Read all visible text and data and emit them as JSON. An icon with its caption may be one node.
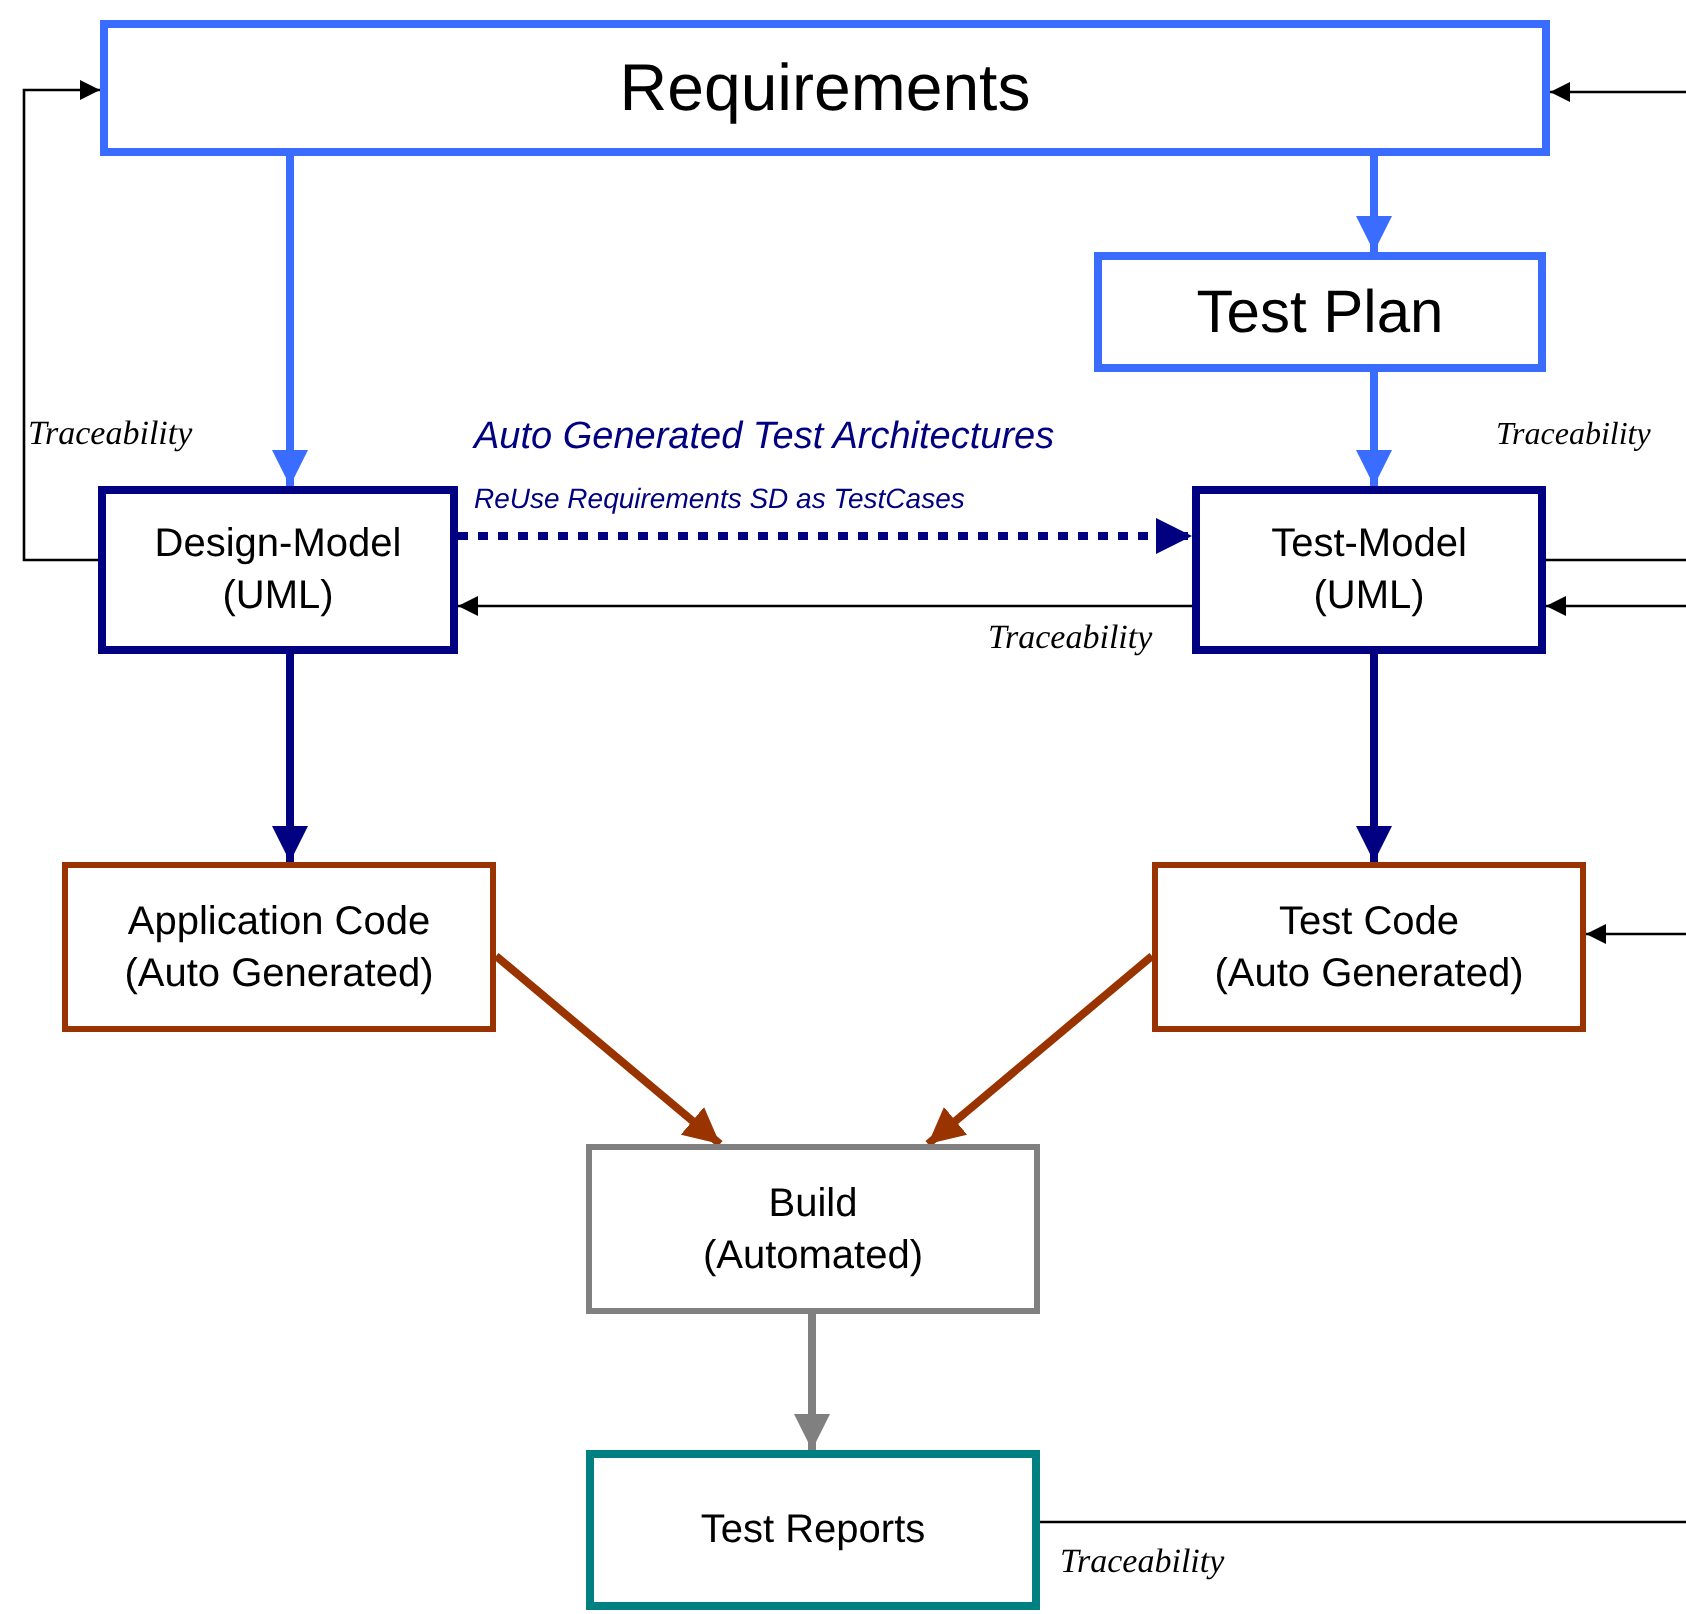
{
  "diagram": {
    "nodes": [
      {
        "text": [
          "Requirements"
        ]
      },
      {
        "text": [
          "Test Plan"
        ]
      },
      {
        "text": [
          "Design-Model (UML)"
        ]
      },
      {
        "text": [
          "Test-Model (UML)"
        ]
      },
      {
        "text": [
          "Application Code (Auto Generated)"
        ]
      },
      {
        "text": [
          "Test Code (Auto Generated)"
        ]
      },
      {
        "text": [
          "Build (Automated)"
        ]
      },
      {
        "text": [
          "Test Reports"
        ]
      }
    ],
    "edges": [
      {
        "from": 0,
        "to": 1,
        "arrow": "to",
        "color": "#3a6cff"
      },
      {
        "from": 0,
        "to": 2,
        "arrow": "to",
        "color": "#3a6cff"
      },
      {
        "from": 1,
        "to": 3,
        "arrow": "to",
        "color": "#3a6cff"
      },
      {
        "from": 2,
        "to": 3,
        "arrow": "to",
        "style": "dashed",
        "color": "#000080",
        "label": "ReUse Requirements SD as TestCases"
      },
      {
        "from": 2,
        "to": 4,
        "arrow": "to",
        "color": "#000080"
      },
      {
        "from": 3,
        "to": 5,
        "arrow": "to",
        "color": "#000080"
      },
      {
        "from": 4,
        "to": 6,
        "arrow": "to",
        "color": "#993300"
      },
      {
        "from": 5,
        "to": 6,
        "arrow": "to",
        "color": "#993300"
      },
      {
        "from": 6,
        "to": 7,
        "arrow": "to",
        "color": "#808080"
      },
      {
        "from": 2,
        "to": 0,
        "arrow": "to",
        "label": "Traceability"
      },
      {
        "from": 3,
        "to": 2,
        "arrow": "to",
        "label": "Traceability"
      },
      {
        "from": null,
        "to": 0,
        "arrow": "to"
      },
      {
        "from": 3,
        "to": null,
        "arrow": "none",
        "label": "Traceability"
      },
      {
        "from": null,
        "to": 3,
        "arrow": "to"
      },
      {
        "from": null,
        "to": 5,
        "arrow": "to"
      },
      {
        "from": 7,
        "to": null,
        "arrow": "none",
        "label": "Traceability"
      }
    ],
    "labels": [
      "Auto Generated Test Architectures"
    ]
  }
}
